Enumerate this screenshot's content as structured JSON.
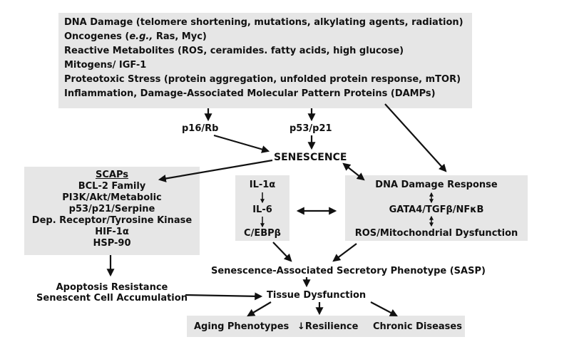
{
  "causes": [
    {
      "pre": "DNA Damage (telomere shortening, mutations, alkylating agents, radiation)",
      "em": "",
      "post": ""
    },
    {
      "pre": "Oncogenes (",
      "em": "e.g.,",
      "post": " Ras, Myc)"
    },
    {
      "pre": "Reactive Metabolites (ROS, ceramides. fatty acids, high glucose)",
      "em": "",
      "post": ""
    },
    {
      "pre": "Mitogens/ IGF-1",
      "em": "",
      "post": ""
    },
    {
      "pre": "Proteotoxic Stress (protein aggregation, unfolded protein response, mTOR)",
      "em": "",
      "post": ""
    },
    {
      "pre": "Inflammation, Damage-Associated Molecular Pattern Proteins (DAMPs)",
      "em": "",
      "post": ""
    }
  ],
  "p16": "p16/Rb",
  "p53": "p53/p21",
  "senescence": "SENESCENCE",
  "scaps": {
    "title": "SCAPs",
    "items": [
      "BCL-2 Family",
      "PI3K/Akt/Metabolic",
      "p53/p21/Serpine",
      "Dep. Receptor/Tyrosine Kinase",
      "HIF-1α",
      "HSP-90"
    ]
  },
  "interleukins": [
    "IL-1α",
    "IL-6",
    "C/EBPβ"
  ],
  "ddr": {
    "title": "DNA Damage Response",
    "middle": "GATA4/TGFβ/NFκB",
    "bottom": "ROS/Mitochondrial Dysfunction"
  },
  "sasp": "Senescence-Associated Secretory Phenotype (SASP)",
  "apoptosis": [
    "Apoptosis Resistance",
    "Senescent Cell Accumulation"
  ],
  "tissue": "Tissue Dysfunction",
  "outcomes": [
    "Aging Phenotypes",
    "↓Resilience",
    "Chronic Diseases"
  ]
}
